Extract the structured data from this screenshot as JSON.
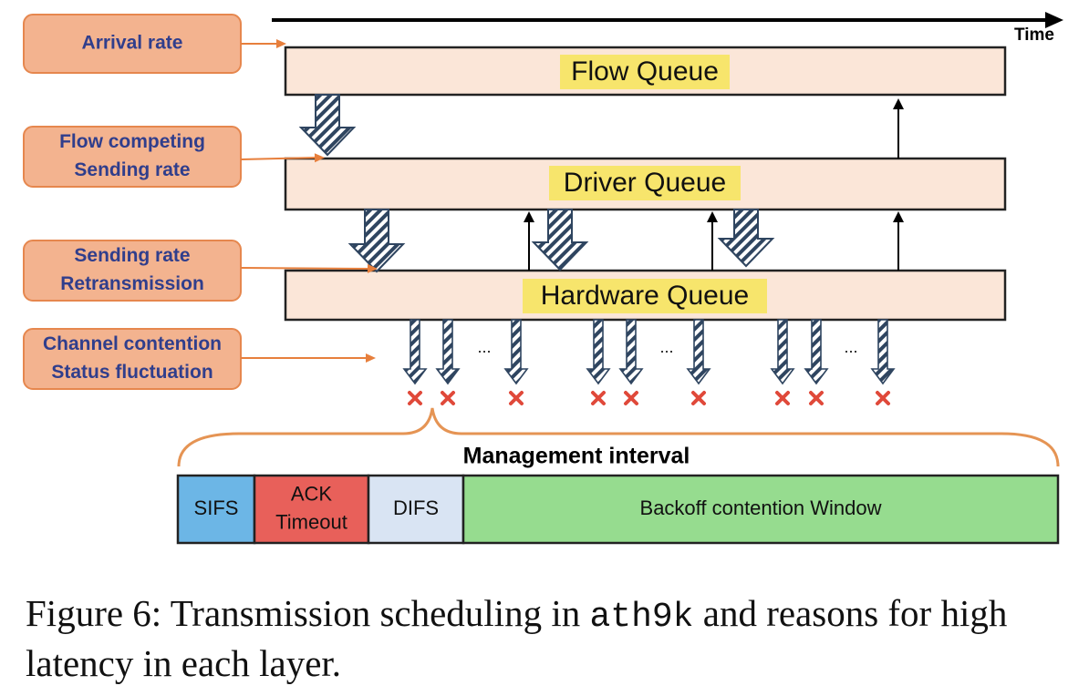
{
  "axis": {
    "label": "Time"
  },
  "queues": [
    {
      "id": "flow",
      "label": "Flow Queue"
    },
    {
      "id": "driver",
      "label": "Driver Queue"
    },
    {
      "id": "hardware",
      "label": "Hardware Queue"
    }
  ],
  "reasons": [
    {
      "lines": [
        "Arrival rate"
      ]
    },
    {
      "lines": [
        "Flow competing",
        "Sending rate"
      ]
    },
    {
      "lines": [
        "Sending rate",
        "Retransmission"
      ]
    },
    {
      "lines": [
        "Channel contention",
        "Status fluctuation"
      ]
    }
  ],
  "ellipsis": "...",
  "management": {
    "title": "Management interval",
    "segments": [
      {
        "lines": [
          "SIFS"
        ],
        "color": "#6cb6e6"
      },
      {
        "lines": [
          "ACK",
          "Timeout"
        ],
        "color": "#e8605a"
      },
      {
        "lines": [
          "DIFS"
        ],
        "color": "#d9e4f3"
      },
      {
        "lines": [
          "Backoff contention Window"
        ],
        "color": "#96dc8f"
      }
    ]
  },
  "caption": {
    "prefix": "Figure 6: Transmission scheduling in ",
    "code": "ath9k",
    "suffix": " and reasons for high latency in each layer."
  },
  "colors": {
    "queue_fill": "#fbe6d8",
    "label_highlight": "#f7e56c",
    "reason_fill": "#f3b38f",
    "reason_border": "#e6874e",
    "reason_text": "#303e8c",
    "connector": "#e77f3c",
    "hatch": "#2f4560",
    "cross": "#e0493a",
    "brace": "#e59454"
  }
}
